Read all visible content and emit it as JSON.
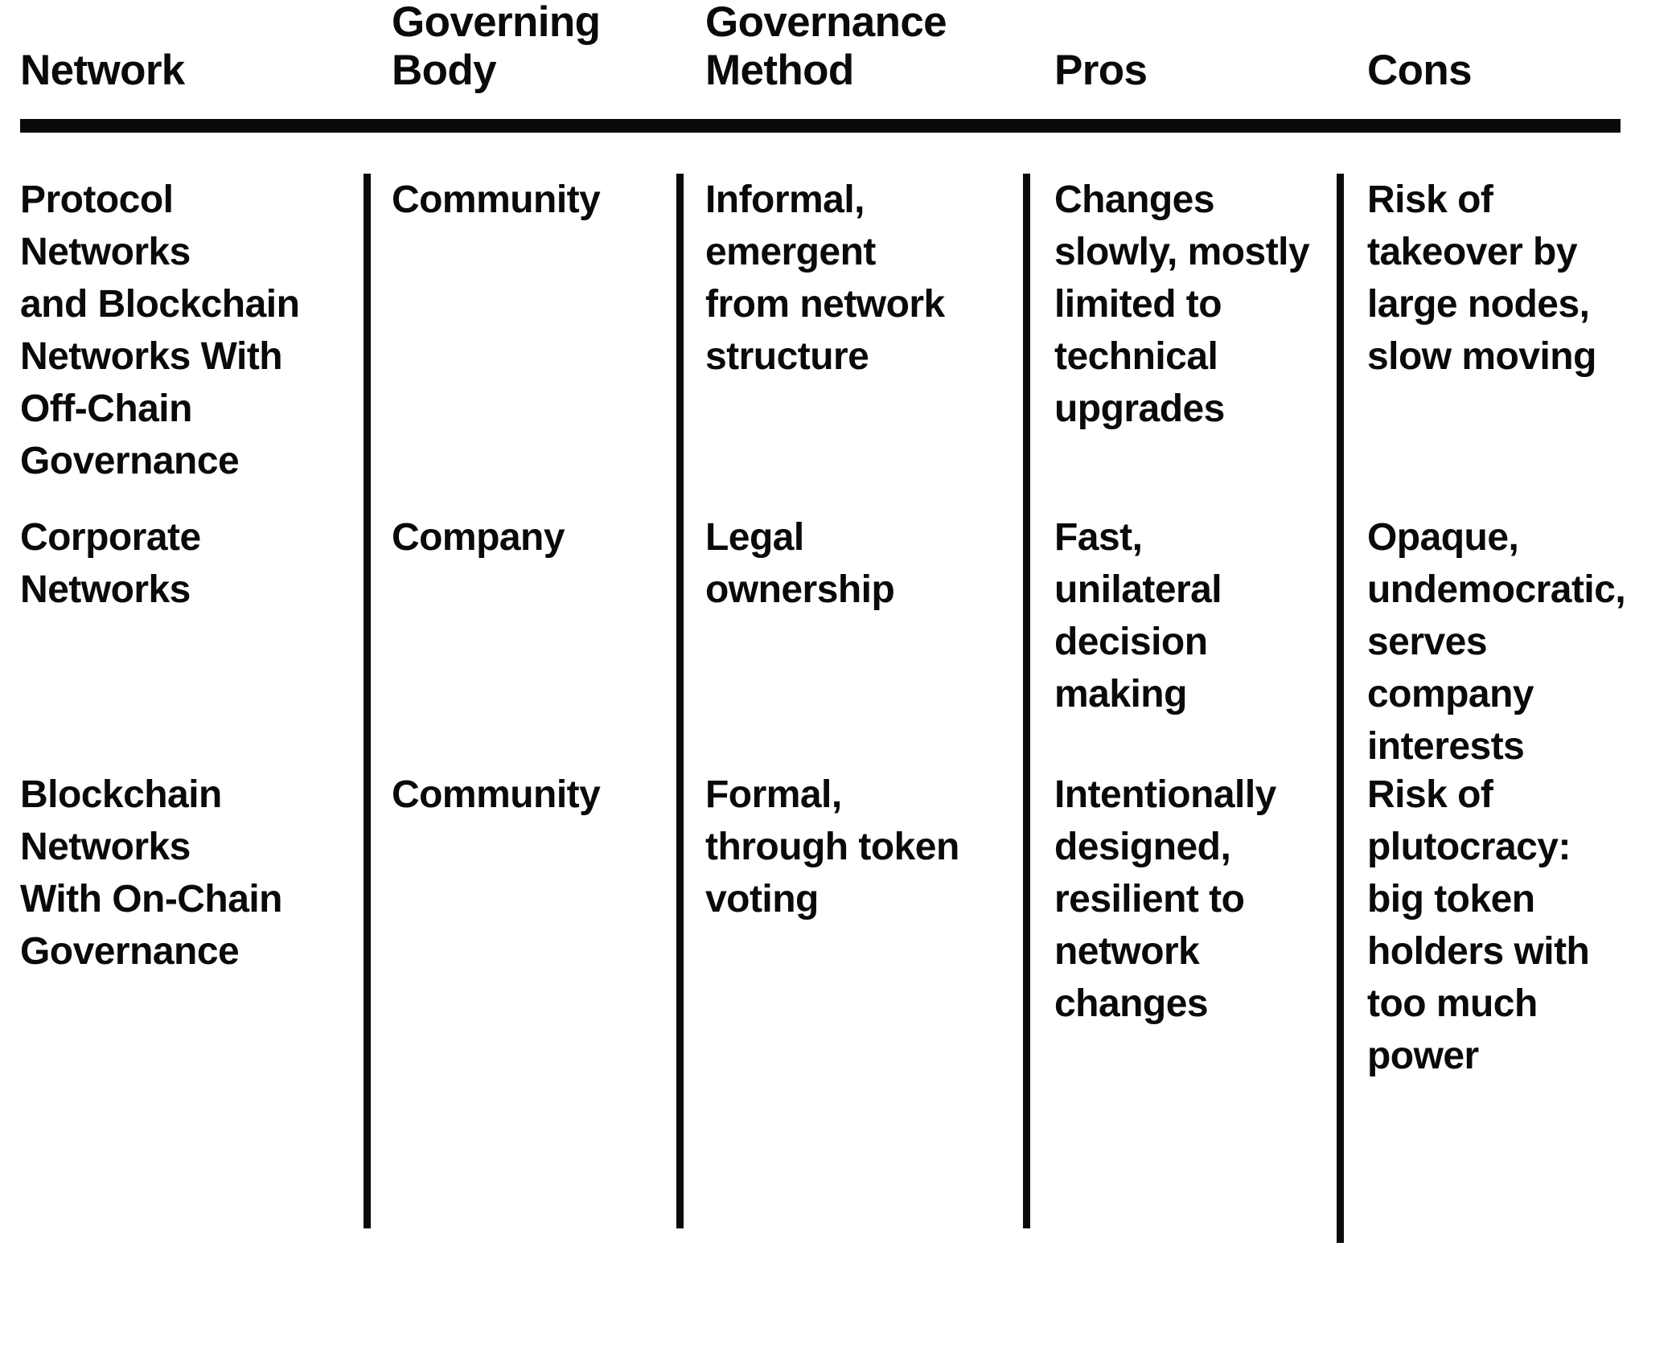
{
  "table": {
    "columns": [
      {
        "key": "network",
        "label": "Network"
      },
      {
        "key": "governing_body",
        "label": "Governing\nBody"
      },
      {
        "key": "governance_method",
        "label": "Governance\nMethod"
      },
      {
        "key": "pros",
        "label": "Pros"
      },
      {
        "key": "cons",
        "label": "Cons"
      }
    ],
    "rows": [
      {
        "network": "Protocol\nNetworks\nand Blockchain\nNetworks With\nOff-Chain\nGovernance",
        "governing_body": "Community",
        "governance_method": "Informal,\nemergent\nfrom network\nstructure",
        "pros": "Changes\nslowly, mostly\nlimited to\ntechnical\nupgrades",
        "cons": "Risk of\ntakeover by\nlarge nodes,\nslow moving"
      },
      {
        "network": "Corporate\nNetworks",
        "governing_body": "Company",
        "governance_method": "Legal\nownership",
        "pros": "Fast,\nunilateral\ndecision\nmaking",
        "cons": "Opaque,\nundemocratic,\nserves\ncompany\ninterests"
      },
      {
        "network": "Blockchain\nNetworks\nWith On-Chain\nGovernance",
        "governing_body": "Community",
        "governance_method": "Formal,\nthrough token\nvoting",
        "pros": "Intentionally\ndesigned,\nresilient to\nnetwork\nchanges",
        "cons": "Risk of\nplutocracy:\nbig token\nholders with\ntoo much\npower"
      }
    ]
  },
  "style": {
    "text_color": "#0a0a0a",
    "rule_color": "#0a0a0a",
    "background": "#ffffff"
  }
}
